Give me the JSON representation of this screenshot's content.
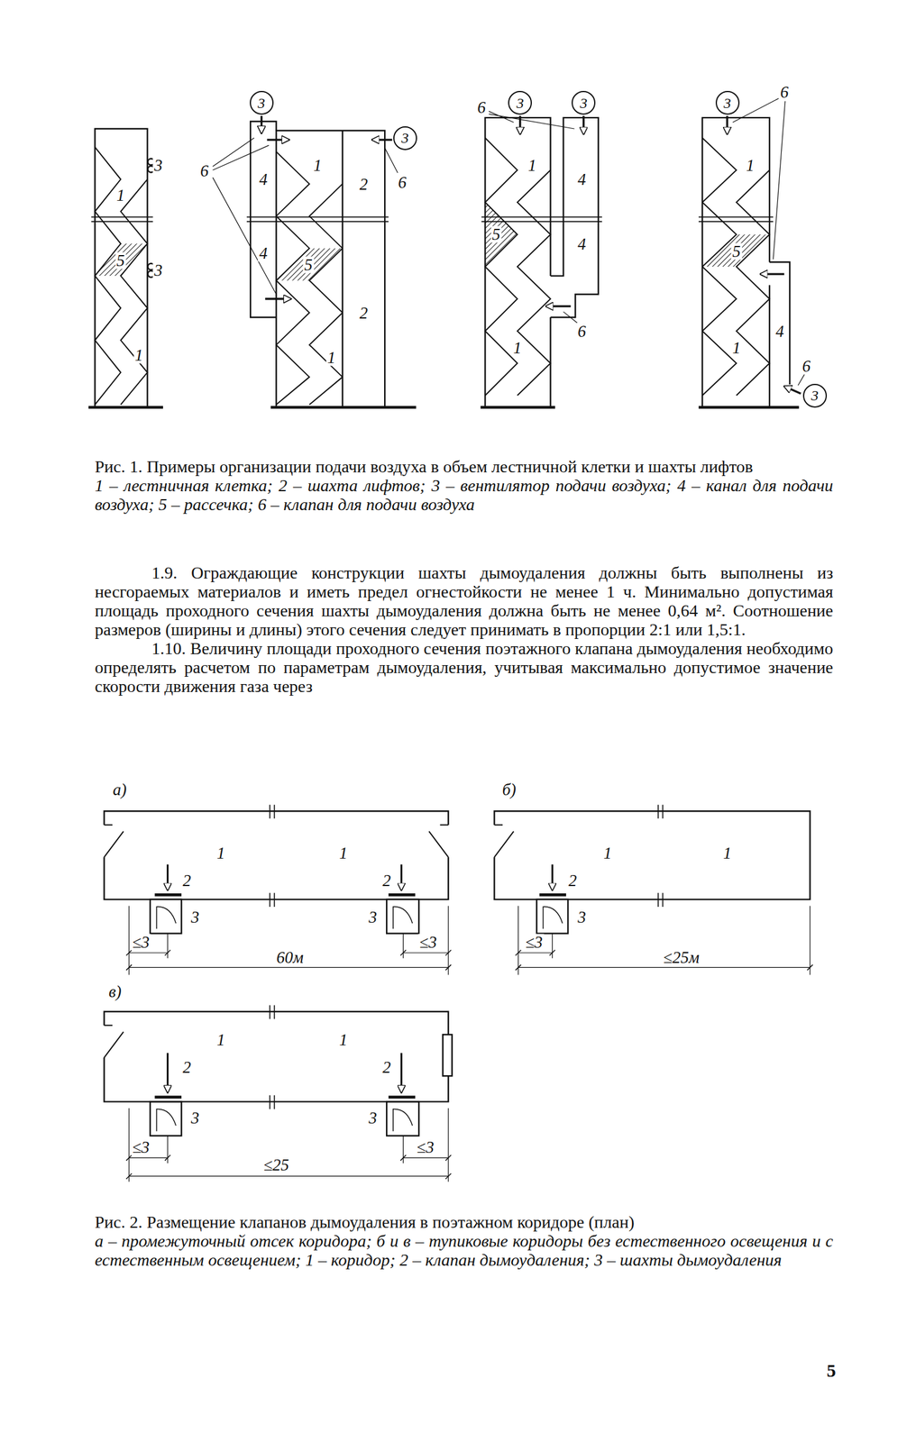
{
  "diagram": {
    "nodes": [
      {
        "text": [
          "3"
        ]
      },
      {
        "text": [
          "3"
        ]
      },
      {
        "text": [
          "3"
        ]
      },
      {
        "text": [
          "3"
        ]
      },
      {
        "text": [
          "3"
        ]
      },
      {
        "text": [
          "3"
        ]
      }
    ],
    "labels": [
      "3",
      "1",
      "5",
      "3",
      "1",
      "6",
      "4",
      "1",
      "2",
      "6",
      "4",
      "5",
      "2",
      "1",
      "6",
      "1",
      "4",
      "4",
      "5",
      "6",
      "1",
      "6",
      "1",
      "5",
      "4",
      "1",
      "6",
      "Рис. 1. Примеры организации подачи воздуха в объем лестничной клетки и шахты лифтов",
      "1 – лестничная клетка; 2 – шахта лифтов; 3 – вентилятор подачи воздуха; 4 – канал для подачи воздуха; 5 – рассечка; 6 – клапан для подачи воздуха",
      "1.9. Ограждающие конструкции шахты дымоудаления должны быть выполнены из несгораемых материалов и иметь предел огнестойкости не менее 1 ч. Минимально допустимая площадь проходного сечения шахты дымоудаления должна быть не менее 0,64 м². Соотношение размеров (ширины и длины) этого сечения следует принимать в пропорции 2:1 или 1,5:1.",
      "1.10. Величину площади проходного сечения поэтажного клапана дымоудаления необходимо определять расчетом по параметрам дымоудаления, учитывая максимально допустимое значение скорости движения газа через",
      "а)",
      "1",
      "1",
      "2",
      "2",
      "3",
      "3",
      "≤3",
      "≤3",
      "60м",
      "б)",
      "1",
      "1",
      "2",
      "3",
      "≤3",
      "≤25м",
      "в)",
      "1",
      "1",
      "2",
      "2",
      "3",
      "3",
      "≤3",
      "≤3",
      "≤25",
      "Рис. 2. Размещение клапанов дымоудаления в поэтажном коридоре (план)",
      "а – промежуточный отсек коридора; б и в – тупиковые коридоры без естественного освещения и с естественным освещением; 1 – коридор; 2 – клапан дымоудаления; 3 – шахты дымоудаления",
      "5"
    ]
  }
}
